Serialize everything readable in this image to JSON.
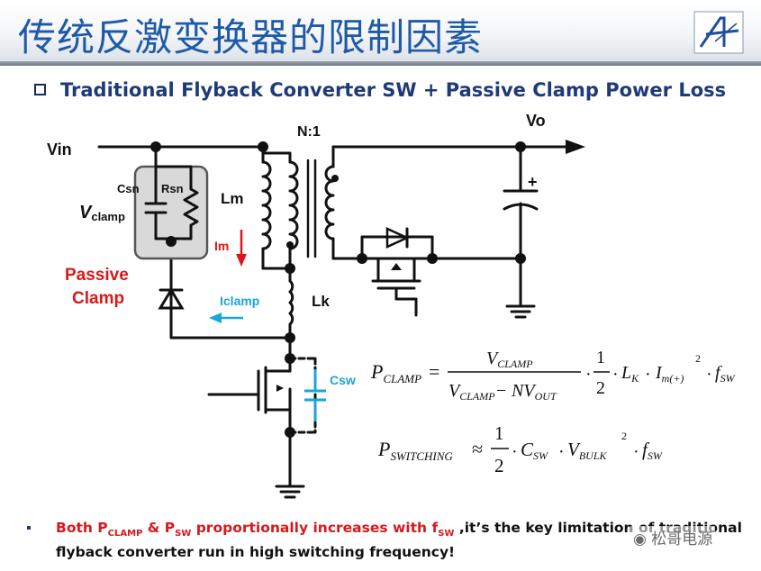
{
  "header": {
    "title": "传统反激变换器的限制因素"
  },
  "subtitle": "Traditional Flyback Converter SW + Passive Clamp Power Loss",
  "diagram": {
    "vin": "Vin",
    "vo": "Vo",
    "ratio": "N:1",
    "lm": "Lm",
    "lk": "Lk",
    "im": "Im",
    "iclamp": "Iclamp",
    "csn": "Csn",
    "rsn": "Rsn",
    "vclamp_main": "V",
    "vclamp_sub": "clamp",
    "passive_clamp_1": "Passive",
    "passive_clamp_2": "Clamp",
    "csw": "Csw",
    "cap_plus": "+"
  },
  "formulas": {
    "p_clamp": {
      "lhs_main": "P",
      "lhs_sub": "CLAMP",
      "num_main": "V",
      "num_sub": "CLAMP",
      "den_main1": "V",
      "den_sub1": "CLAMP",
      "den_minus": "− NV",
      "den_sub2": "OUT",
      "half_num": "1",
      "half_den": "2",
      "lk_main": "L",
      "lk_sub": "K",
      "im_main": "I",
      "im_sub": "m(+)",
      "exp": "2",
      "f_main": "f",
      "f_sub": "SW"
    },
    "p_switching": {
      "lhs_main": "P",
      "lhs_sub": "SWITCHING",
      "approx": "≈",
      "half_num": "1",
      "half_den": "2",
      "c_main": "C",
      "c_sub": "SW",
      "v_main": "V",
      "v_sub": "BULK",
      "exp": "2",
      "f_main": "f",
      "f_sub": "SW"
    }
  },
  "footnote": {
    "p1": "Both P",
    "p1_sub": "CLAMP",
    "p2": " & P",
    "p2_sub": "SW",
    "p3": " proportionally increases with f",
    "p3_sub": "SW",
    "p4": " ,it’s the key limitation of traditional flyback converter run in high switching frequency!"
  },
  "watermark": "松哥电源",
  "colors": {
    "title_blue": "#1f5aa6",
    "subtitle_navy": "#1e3a78",
    "accent_red": "#d7191c",
    "current_cyan": "#1aa6d6"
  }
}
